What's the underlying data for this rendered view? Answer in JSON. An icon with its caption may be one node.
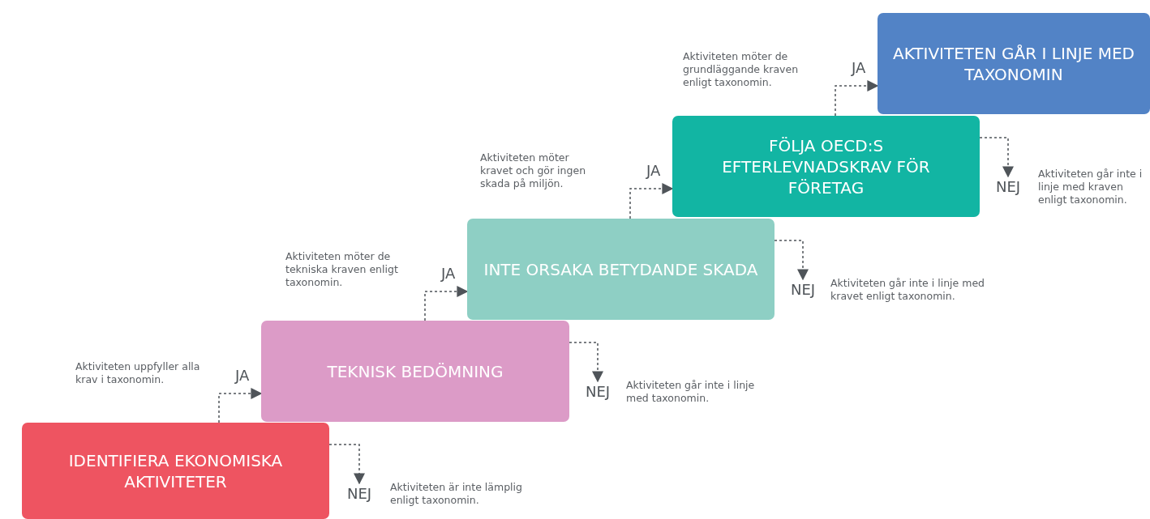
{
  "diagram": {
    "nodes": [
      {
        "text": [
          "IDENTIFIERA EKONOMISKA AKTIVITETER"
        ]
      },
      {
        "text": [
          "TEKNISK BEDÖMNING"
        ]
      },
      {
        "text": [
          "INTE ORSAKA BETYDANDE SKADA"
        ]
      },
      {
        "text": [
          "FÖLJA OECD:S EFTERLEVNADSKRAV FÖR FÖRETAG"
        ]
      },
      {
        "text": [
          "AKTIVITETEN GÅR I LINJE MED TAXONOMIN"
        ]
      },
      {
        "text": [
          "NEJ"
        ],
        "beside": [
          "Aktiviteten är inte lämplig enligt taxonomin."
        ]
      },
      {
        "text": [
          "NEJ"
        ],
        "beside": [
          "Aktiviteten går inte i linje med taxonomin."
        ]
      },
      {
        "text": [
          "NEJ"
        ],
        "beside": [
          "Aktiviteten går inte i linje med kravet enligt taxonomin."
        ]
      },
      {
        "text": [
          "NEJ"
        ],
        "beside": [
          "Aktiviteten går inte i linje med kraven enligt taxonomin."
        ]
      }
    ],
    "edges": [
      {
        "from": 0,
        "to": 1,
        "arrow": "to",
        "label": "JA",
        "style": "dashed"
      },
      {
        "from": 1,
        "to": 2,
        "arrow": "to",
        "label": "JA",
        "style": "dashed"
      },
      {
        "from": 2,
        "to": 3,
        "arrow": "to",
        "label": "JA",
        "style": "dashed"
      },
      {
        "from": 3,
        "to": 4,
        "arrow": "to",
        "label": "JA",
        "style": "dashed"
      },
      {
        "from": 0,
        "to": 5,
        "arrow": "to",
        "style": "dashed"
      },
      {
        "from": 1,
        "to": 6,
        "arrow": "to",
        "style": "dashed"
      },
      {
        "from": 2,
        "to": 7,
        "arrow": "to",
        "style": "dashed"
      },
      {
        "from": 3,
        "to": 8,
        "arrow": "to",
        "style": "dashed"
      }
    ],
    "labels": [
      "Aktiviteten möter de grundläggande kraven enligt taxonomin.",
      "Aktiviteten möter kravet och gör ingen skada på miljön.",
      "Aktiviteten möter de tekniska kraven enligt taxonomin.",
      "Aktiviteten uppfyller alla krav i taxonomin."
    ]
  }
}
